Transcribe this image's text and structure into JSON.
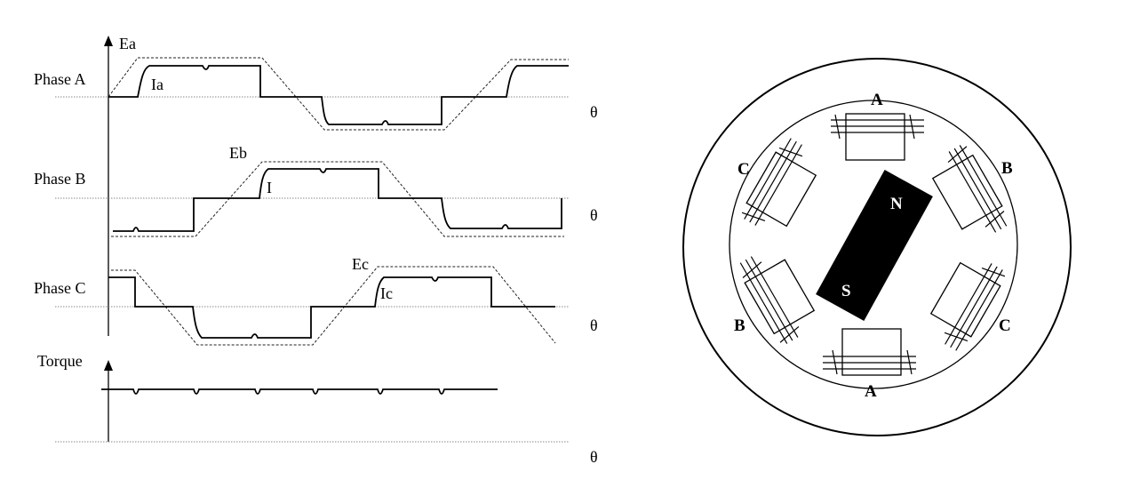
{
  "waveforms": {
    "axis_label_top": "Ea",
    "theta": "θ",
    "phase_a": {
      "label": "Phase A",
      "current": "Ia"
    },
    "phase_b": {
      "label": "Phase B",
      "emf": "Eb",
      "current": "I"
    },
    "phase_c": {
      "label": "Phase C",
      "emf": "Ec",
      "current": "Ic"
    },
    "torque": {
      "label": "Torque"
    }
  },
  "motor": {
    "pole_labels": [
      "A",
      "B",
      "C",
      "A",
      "B",
      "C"
    ],
    "rotor_north": "N",
    "rotor_south": "S",
    "rotor_color": "#000000"
  }
}
